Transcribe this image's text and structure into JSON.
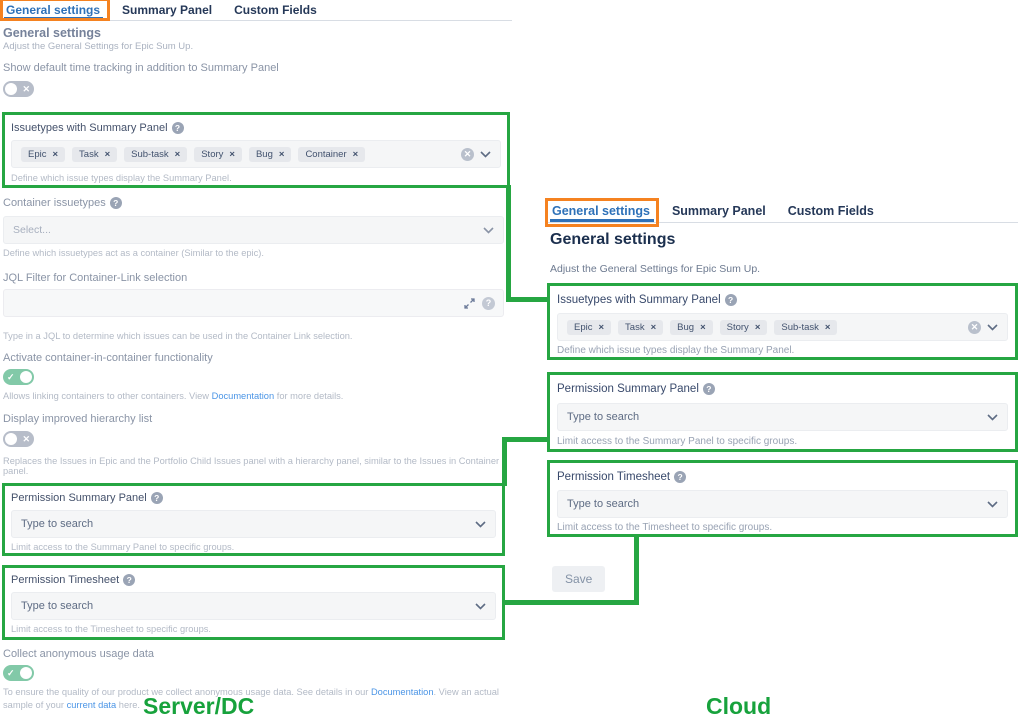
{
  "server": {
    "tabs": {
      "general": "General settings",
      "summary": "Summary Panel",
      "custom": "Custom Fields"
    },
    "heading": "General settings",
    "subheading": "Adjust the General Settings for Epic Sum Up.",
    "time_tracking": {
      "label": "Show default time tracking in addition to Summary Panel",
      "state": "off"
    },
    "issuetypes": {
      "label": "Issuetypes with Summary Panel",
      "tags": [
        "Epic",
        "Task",
        "Sub-task",
        "Story",
        "Bug",
        "Container"
      ],
      "help": "Define which issue types display the Summary Panel."
    },
    "container_issuetypes": {
      "label": "Container issuetypes",
      "placeholder": "Select...",
      "help": "Define which issuetypes act as a container (Similar to the epic)."
    },
    "jql": {
      "label": "JQL Filter for Container-Link selection",
      "help": "Type in a JQL to determine which issues can be used in the Container Link selection."
    },
    "container_in_container": {
      "label": "Activate container-in-container functionality",
      "state": "on",
      "help_prefix": "Allows linking containers to other containers. View ",
      "help_link": "Documentation",
      "help_suffix": " for more details."
    },
    "hierarchy": {
      "label": "Display improved hierarchy list",
      "state": "off",
      "help": "Replaces the Issues in Epic and the Portfolio Child Issues panel with a hierarchy panel, similar to the Issues in Container panel."
    },
    "permission_summary": {
      "label": "Permission Summary Panel",
      "placeholder": "Type to search",
      "help": "Limit access to the Summary Panel to specific groups."
    },
    "permission_timesheet": {
      "label": "Permission Timesheet",
      "placeholder": "Type to search",
      "help": "Limit access to the Timesheet to specific groups."
    },
    "usage_data": {
      "label": "Collect anonymous usage data",
      "state": "on",
      "help_part1": "To ensure the quality of our product we collect anonymous usage data. See details in our ",
      "help_link1": "Documentation",
      "help_part2": ". View an actual sample of your ",
      "help_link2": "current data",
      "help_part3": " here."
    },
    "platform_label": "Server/DC"
  },
  "cloud": {
    "tabs": {
      "general": "General settings",
      "summary": "Summary Panel",
      "custom": "Custom Fields"
    },
    "heading": "General settings",
    "subheading": "Adjust the General Settings for Epic Sum Up.",
    "issuetypes": {
      "label": "Issuetypes with Summary Panel",
      "tags": [
        "Epic",
        "Task",
        "Bug",
        "Story",
        "Sub-task"
      ],
      "help": "Define which issue types display the Summary Panel."
    },
    "permission_summary": {
      "label": "Permission Summary Panel",
      "placeholder": "Type to search",
      "help": "Limit access to the Summary Panel to specific groups."
    },
    "permission_timesheet": {
      "label": "Permission Timesheet",
      "placeholder": "Type to search",
      "help": "Limit access to the Timesheet to specific groups."
    },
    "save_label": "Save",
    "platform_label": "Cloud"
  },
  "colors": {
    "highlight_green": "#26a642",
    "highlight_orange": "#f58220",
    "link_blue": "#4b95e6"
  }
}
